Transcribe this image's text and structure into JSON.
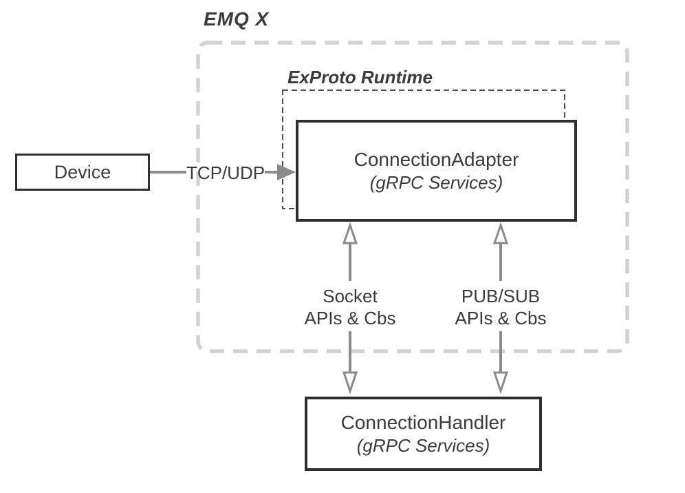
{
  "diagram": {
    "title": "EMQ X",
    "runtime_label": "ExProto Runtime",
    "nodes": {
      "device": {
        "label": "Device"
      },
      "adapter": {
        "label": "ConnectionAdapter",
        "sublabel": "(gRPC Services)"
      },
      "handler": {
        "label": "ConnectionHandler",
        "sublabel": "(gRPC Services)"
      }
    },
    "edges": {
      "tcp_udp": {
        "label": "TCP/UDP"
      },
      "socket": {
        "line1": "Socket",
        "line2": "APIs & Cbs"
      },
      "pubsub": {
        "line1": "PUB/SUB",
        "line2": "APIs & Cbs"
      }
    },
    "colors": {
      "box_border": "#2f2f2f",
      "outer_dashed": "#d2d2d2",
      "inner_dashed": "#4f4f4f",
      "arrow": "#8a8a8a",
      "text": "#3b3b3b",
      "box_bg": "#ffffff"
    }
  }
}
